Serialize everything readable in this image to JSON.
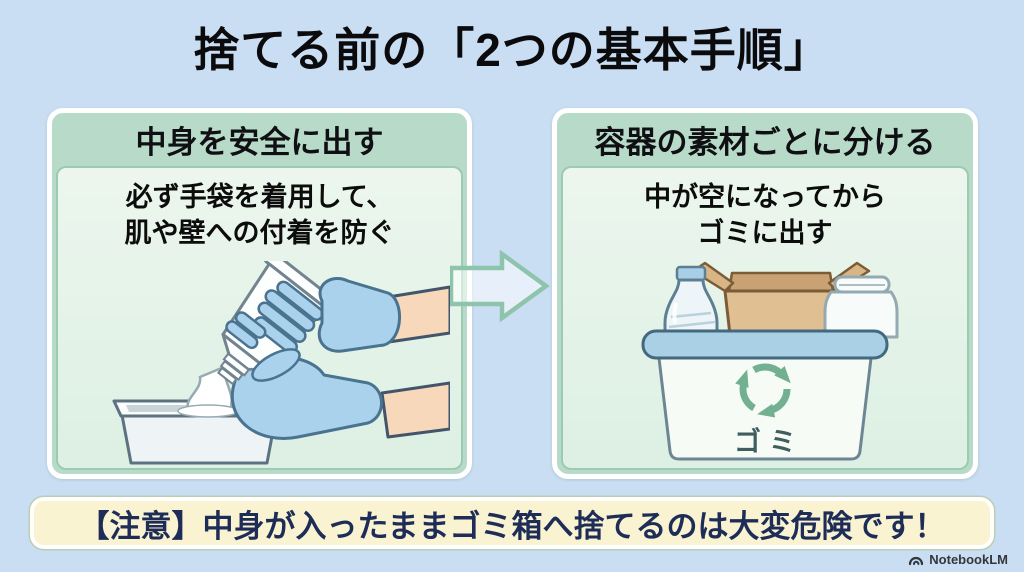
{
  "title": "捨てる前の「2つの基本手順」",
  "steps": [
    {
      "heading": "中身を安全に出す",
      "description": "必ず手袋を着用して、\n肌や壁への付着を防ぐ",
      "illustration": "gloved-hands-squeezing-tube-into-container"
    },
    {
      "heading": "容器の素材ごとに分ける",
      "description": "中が空になってから\nゴミに出す",
      "illustration": "trash-bin-with-plastic-bottle-cardboard-box-glass-jar",
      "bin_label": "ゴミ"
    }
  ],
  "caution_text": "【注意】中身が入ったままゴミ箱へ捨てるのは大変危険です！",
  "watermark_label": "NotebookLM",
  "colors": {
    "page_background": "#cadef3",
    "panel_header": "#b7dbc8",
    "panel_body": "#e7f4ea",
    "panel_border": "#ffffff",
    "body_border": "#9ccab2",
    "arrow_green": "#8ec4ab",
    "caution_background": "#faf3d2",
    "caution_text": "#1d2d58",
    "recycle_green": "#72b091",
    "glove_blue": "#aad2ec",
    "bin_rim_blue": "#a9d0e5",
    "text_black": "#0c0c0c"
  }
}
